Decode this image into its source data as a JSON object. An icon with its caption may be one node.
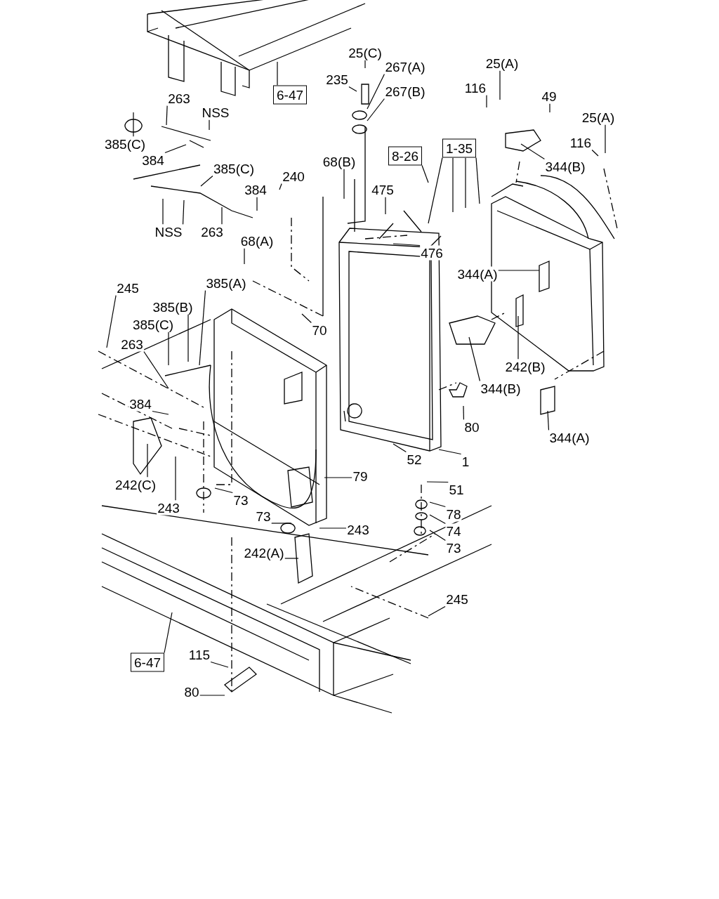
{
  "diagram": {
    "nodes": [
      {
        "text": [
          "6-47"
        ]
      },
      {
        "text": [
          "25(C)"
        ]
      },
      {
        "text": [
          "267(A)"
        ]
      },
      {
        "text": [
          "25(A)"
        ]
      },
      {
        "text": [
          "235"
        ]
      },
      {
        "text": [
          "116"
        ]
      },
      {
        "text": [
          "267(B)"
        ]
      },
      {
        "text": [
          "263"
        ]
      },
      {
        "text": [
          "49"
        ]
      },
      {
        "text": [
          "NSS"
        ]
      },
      {
        "text": [
          "25(A)"
        ]
      },
      {
        "text": [
          "385(C)"
        ]
      },
      {
        "text": [
          "116"
        ]
      },
      {
        "text": [
          "1-35"
        ]
      },
      {
        "text": [
          "8-26"
        ]
      },
      {
        "text": [
          "384"
        ]
      },
      {
        "text": [
          "68(B)"
        ]
      },
      {
        "text": [
          "344(B)"
        ]
      },
      {
        "text": [
          "385(C)"
        ]
      },
      {
        "text": [
          "240"
        ]
      },
      {
        "text": [
          "384"
        ]
      },
      {
        "text": [
          "475"
        ]
      },
      {
        "text": [
          "NSS"
        ]
      },
      {
        "text": [
          "263"
        ]
      },
      {
        "text": [
          "68(A)"
        ]
      },
      {
        "text": [
          "476"
        ]
      },
      {
        "text": [
          "344(A)"
        ]
      },
      {
        "text": [
          "385(A)"
        ]
      },
      {
        "text": [
          "245"
        ]
      },
      {
        "text": [
          "385(B)"
        ]
      },
      {
        "text": [
          "385(C)"
        ]
      },
      {
        "text": [
          "70"
        ]
      },
      {
        "text": [
          "263"
        ]
      },
      {
        "text": [
          "242(B)"
        ]
      },
      {
        "text": [
          "344(B)"
        ]
      },
      {
        "text": [
          "384"
        ]
      },
      {
        "text": [
          "80"
        ]
      },
      {
        "text": [
          "344(A)"
        ]
      },
      {
        "text": [
          "52"
        ]
      },
      {
        "text": [
          "1"
        ]
      },
      {
        "text": [
          "79"
        ]
      },
      {
        "text": [
          "242(C)"
        ]
      },
      {
        "text": [
          "51"
        ]
      },
      {
        "text": [
          "73"
        ]
      },
      {
        "text": [
          "243"
        ]
      },
      {
        "text": [
          "78"
        ]
      },
      {
        "text": [
          "73"
        ]
      },
      {
        "text": [
          "243"
        ]
      },
      {
        "text": [
          "74"
        ]
      },
      {
        "text": [
          "73"
        ]
      },
      {
        "text": [
          "242(A)"
        ]
      },
      {
        "text": [
          "245"
        ]
      },
      {
        "text": [
          "115"
        ]
      },
      {
        "text": [
          "6-47"
        ]
      },
      {
        "text": [
          "80"
        ]
      }
    ],
    "edges": [
      {
        "from": 0,
        "to": null,
        "arrow": "none"
      },
      {
        "from": 1,
        "to": null,
        "arrow": "none"
      },
      {
        "from": 2,
        "to": null,
        "arrow": "none"
      },
      {
        "from": 3,
        "to": null,
        "arrow": "none"
      },
      {
        "from": 4,
        "to": null,
        "arrow": "none"
      },
      {
        "from": 5,
        "to": null,
        "arrow": "none"
      },
      {
        "from": 6,
        "to": null,
        "arrow": "none"
      },
      {
        "from": 7,
        "to": null,
        "arrow": "none"
      },
      {
        "from": 8,
        "to": null,
        "arrow": "none"
      },
      {
        "from": 9,
        "to": null,
        "arrow": "none"
      },
      {
        "from": 10,
        "to": null,
        "arrow": "none"
      },
      {
        "from": 11,
        "to": null,
        "arrow": "none"
      },
      {
        "from": 12,
        "to": null,
        "arrow": "none"
      },
      {
        "from": 13,
        "to": null,
        "arrow": "none"
      },
      {
        "from": 13,
        "to": null,
        "arrow": "none"
      },
      {
        "from": 13,
        "to": null,
        "arrow": "none"
      },
      {
        "from": 13,
        "to": null,
        "arrow": "none"
      },
      {
        "from": 14,
        "to": null,
        "arrow": "none"
      },
      {
        "from": 15,
        "to": null,
        "arrow": "none"
      },
      {
        "from": 16,
        "to": null,
        "arrow": "none"
      },
      {
        "from": 17,
        "to": null,
        "arrow": "none"
      },
      {
        "from": 18,
        "to": null,
        "arrow": "none"
      },
      {
        "from": 19,
        "to": null,
        "arrow": "none"
      },
      {
        "from": 20,
        "to": null,
        "arrow": "none"
      },
      {
        "from": 21,
        "to": null,
        "arrow": "none"
      },
      {
        "from": 22,
        "to": null,
        "arrow": "none"
      },
      {
        "from": 22,
        "to": null,
        "arrow": "none"
      },
      {
        "from": 23,
        "to": null,
        "arrow": "none"
      },
      {
        "from": 24,
        "to": null,
        "arrow": "none"
      },
      {
        "from": 25,
        "to": null,
        "arrow": "none"
      },
      {
        "from": 26,
        "to": null,
        "arrow": "none"
      },
      {
        "from": 27,
        "to": null,
        "arrow": "none"
      },
      {
        "from": 28,
        "to": null,
        "arrow": "none"
      },
      {
        "from": 29,
        "to": null,
        "arrow": "none"
      },
      {
        "from": 30,
        "to": null,
        "arrow": "none"
      },
      {
        "from": 31,
        "to": null,
        "arrow": "none"
      },
      {
        "from": 32,
        "to": null,
        "arrow": "none"
      },
      {
        "from": 33,
        "to": null,
        "arrow": "none"
      },
      {
        "from": 34,
        "to": null,
        "arrow": "none"
      },
      {
        "from": 35,
        "to": null,
        "arrow": "none"
      },
      {
        "from": 36,
        "to": null,
        "arrow": "none"
      },
      {
        "from": 37,
        "to": null,
        "arrow": "none"
      },
      {
        "from": 38,
        "to": null,
        "arrow": "none"
      },
      {
        "from": 39,
        "to": null,
        "arrow": "none"
      },
      {
        "from": 40,
        "to": null,
        "arrow": "none"
      },
      {
        "from": 41,
        "to": null,
        "arrow": "none"
      },
      {
        "from": 42,
        "to": null,
        "arrow": "none"
      },
      {
        "from": 43,
        "to": null,
        "arrow": "none"
      },
      {
        "from": 44,
        "to": null,
        "arrow": "none"
      },
      {
        "from": 45,
        "to": null,
        "arrow": "none"
      },
      {
        "from": 46,
        "to": null,
        "arrow": "none"
      },
      {
        "from": 47,
        "to": null,
        "arrow": "none"
      },
      {
        "from": 48,
        "to": null,
        "arrow": "none"
      },
      {
        "from": 49,
        "to": null,
        "arrow": "none"
      },
      {
        "from": 50,
        "to": null,
        "arrow": "none"
      },
      {
        "from": 51,
        "to": null,
        "arrow": "none"
      },
      {
        "from": 52,
        "to": null,
        "arrow": "none"
      },
      {
        "from": 53,
        "to": null,
        "arrow": "none"
      },
      {
        "from": 54,
        "to": null,
        "arrow": "none"
      }
    ]
  }
}
